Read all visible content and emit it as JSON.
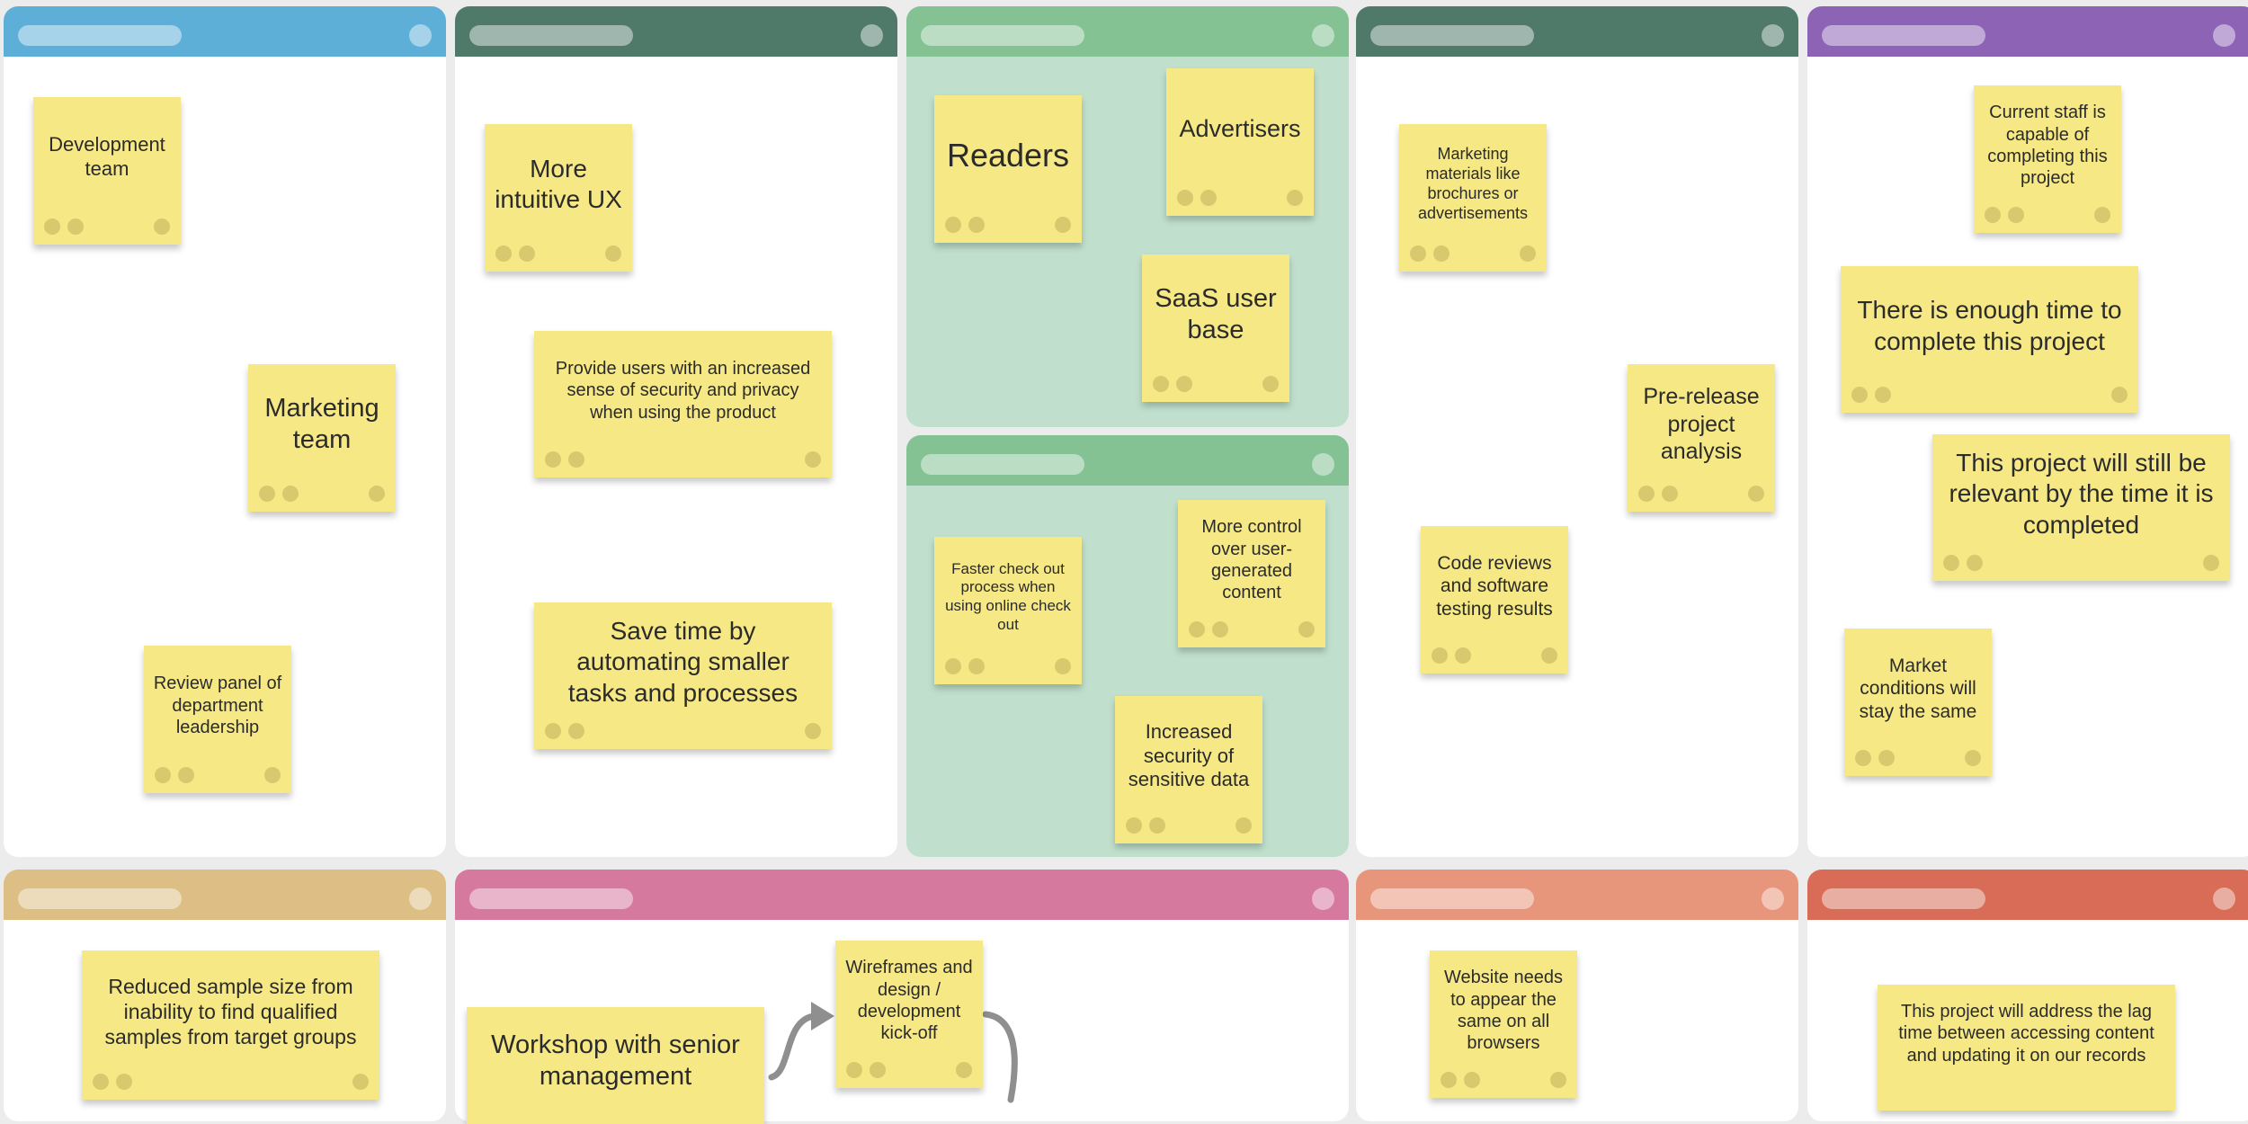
{
  "colors": {
    "blue": "#5eafd8",
    "dark_green": "#4f7a6a",
    "light_green": "#84c294",
    "light_green_fill": "#c0e0cd",
    "purple": "#8d63b5",
    "tan": "#ddbf86",
    "pink": "#d5799f",
    "orange": "#e7957b",
    "red": "#d86c56",
    "sticky": "#f6e985"
  },
  "notes": {
    "development_team": "Development team",
    "marketing_team": "Marketing team",
    "review_panel": "Review panel of department leadership",
    "intuitive_ux": "More intuitive UX",
    "security_privacy": "Provide users with an increased sense of security and privacy when using the product",
    "save_time": "Save time by automating smaller tasks and processes",
    "readers": "Readers",
    "advertisers": "Advertisers",
    "saas_user_base": "SaaS user base",
    "faster_checkout": "Faster check out process when using online check out",
    "more_control": "More control over user-generated content",
    "increased_security": "Increased security of sensitive data",
    "marketing_materials": "Marketing materials like brochures or advertisements",
    "prerelease_analysis": "Pre-release project analysis",
    "code_reviews": "Code reviews and software testing results",
    "current_staff": "Current staff is capable of completing this project",
    "enough_time": "There is enough time to complete this project",
    "still_relevant": "This project will still be relevant by the time it is completed",
    "market_conditions": "Market conditions will stay the same",
    "reduced_sample": "Reduced sample size from inability to find qualified samples from target groups",
    "workshop": "Workshop with senior management",
    "wireframes": "Wireframes and design / development kick-off",
    "website_browsers": "Website needs to appear the same on all browsers",
    "lag_time": "This project will address the lag time between accessing content and updating it on our records"
  }
}
